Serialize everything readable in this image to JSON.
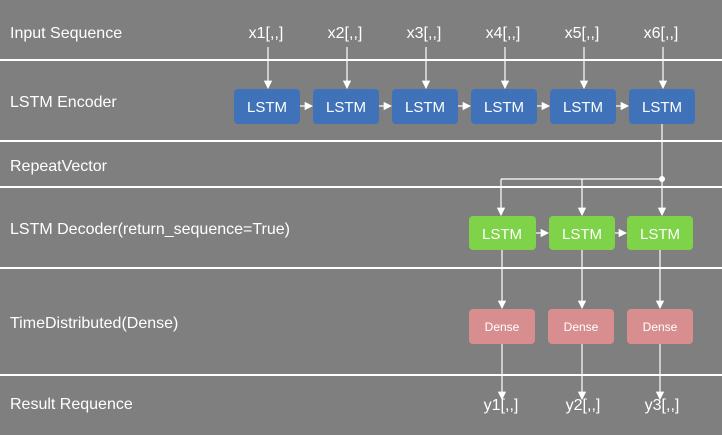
{
  "rows": [
    {
      "label": "Input Sequence"
    },
    {
      "label": "LSTM Encoder"
    },
    {
      "label": "RepeatVector"
    },
    {
      "label": "LSTM Decoder(return_sequence=True)"
    },
    {
      "label": "TimeDistributed(Dense)"
    },
    {
      "label": "Result Requence"
    }
  ],
  "inputs": [
    "x1[,,]",
    "x2[,,]",
    "x3[,,]",
    "x4[,,]",
    "x5[,,]",
    "x6[,,]"
  ],
  "encoder": {
    "cell_label": "LSTM",
    "count": 6,
    "color": "#3f72b9"
  },
  "decoder": {
    "cell_label": "LSTM",
    "count": 3,
    "color": "#7ed348"
  },
  "dense": {
    "cell_label": "Dense",
    "count": 3,
    "color": "#d88e8e"
  },
  "outputs": [
    "y1[,,]",
    "y2[,,]",
    "y3[,,]"
  ],
  "colors": {
    "background": "#7f7f7f",
    "separator": "#ffffff",
    "text": "#ffffff"
  }
}
